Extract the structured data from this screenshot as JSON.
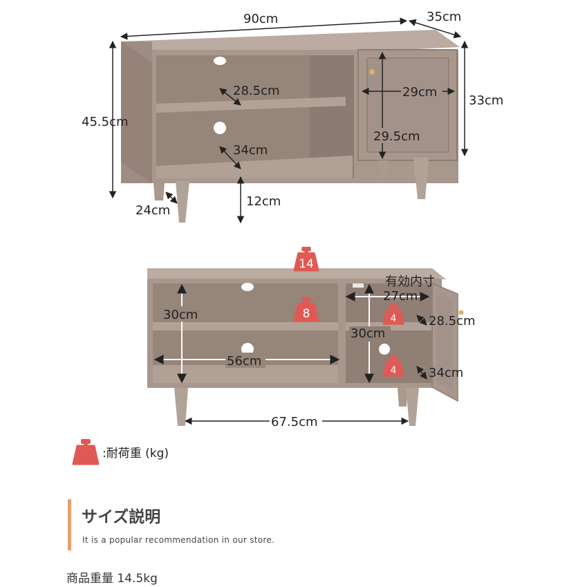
{
  "top_view": {
    "width_label": "90cm",
    "depth_label": "35cm",
    "height_label": "45.5cm",
    "cabinet_height_label": "33cm",
    "upper_shelf_depth_label": "28.5cm",
    "lower_shelf_depth_label": "34cm",
    "door_width_label": "29cm",
    "door_height_label": "29.5cm",
    "leg_depth_label": "24cm",
    "leg_height_label": "12cm"
  },
  "bottom_view": {
    "top_load": "14",
    "open_shelf_load": "8",
    "cabinet_upper_load": "4",
    "cabinet_lower_load": "4",
    "open_height_label": "30cm",
    "open_width_label": "56cm",
    "leg_span_label": "67.5cm",
    "inner_note": "有効内寸",
    "cabinet_width_label": "27cm",
    "cabinet_height_label": "30cm",
    "cabinet_upper_depth_label": "28.5cm",
    "cabinet_lower_depth_label": "34cm"
  },
  "legend": {
    "text": ":耐荷重 (kg)"
  },
  "section": {
    "title": "サイズ説明",
    "subtitle": "It is a popular recommendation in our store."
  },
  "product_weight": "商品重量 14.5kg",
  "colors": {
    "cabinet": "#a8978d",
    "weight_icon": "#e05a55",
    "accent_bar": "#e8a06a"
  }
}
